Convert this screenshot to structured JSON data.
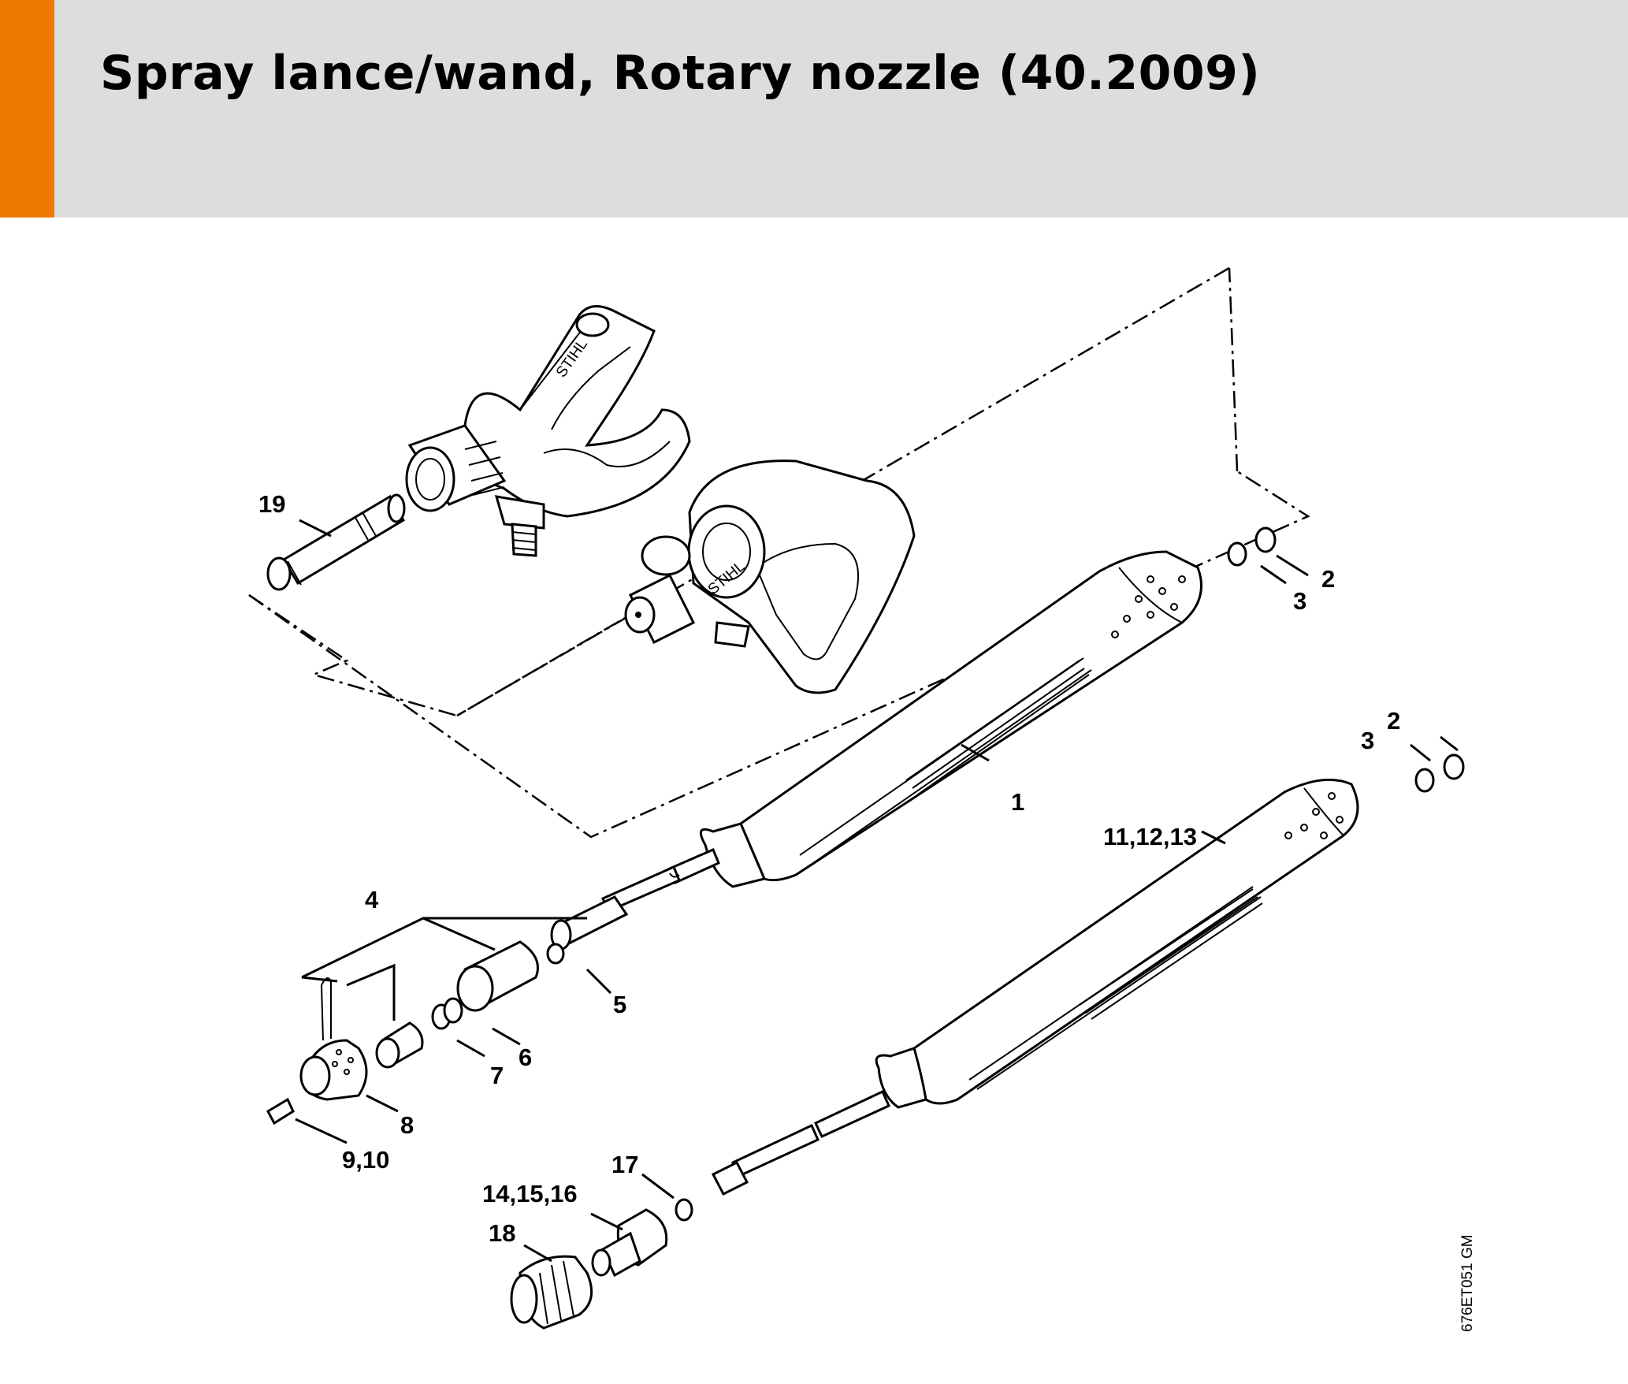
{
  "page": {
    "title": "Spray lance/wand, Rotary nozzle (40.2009)",
    "accent_color": "#f07a00",
    "header_color": "#dcdddc",
    "reference_code": "676ET051 GM"
  },
  "callouts": [
    {
      "id": "c1",
      "label": "1"
    },
    {
      "id": "c2a",
      "label": "2"
    },
    {
      "id": "c3a",
      "label": "3"
    },
    {
      "id": "c2b",
      "label": "2"
    },
    {
      "id": "c3b",
      "label": "3"
    },
    {
      "id": "c4",
      "label": "4"
    },
    {
      "id": "c5",
      "label": "5"
    },
    {
      "id": "c6",
      "label": "6"
    },
    {
      "id": "c7",
      "label": "7"
    },
    {
      "id": "c8",
      "label": "8"
    },
    {
      "id": "c9",
      "label": "9,10"
    },
    {
      "id": "c11",
      "label": "11,12,13"
    },
    {
      "id": "c14",
      "label": "14,15,16"
    },
    {
      "id": "c17",
      "label": "17"
    },
    {
      "id": "c18",
      "label": "18"
    },
    {
      "id": "c19",
      "label": "19"
    }
  ]
}
